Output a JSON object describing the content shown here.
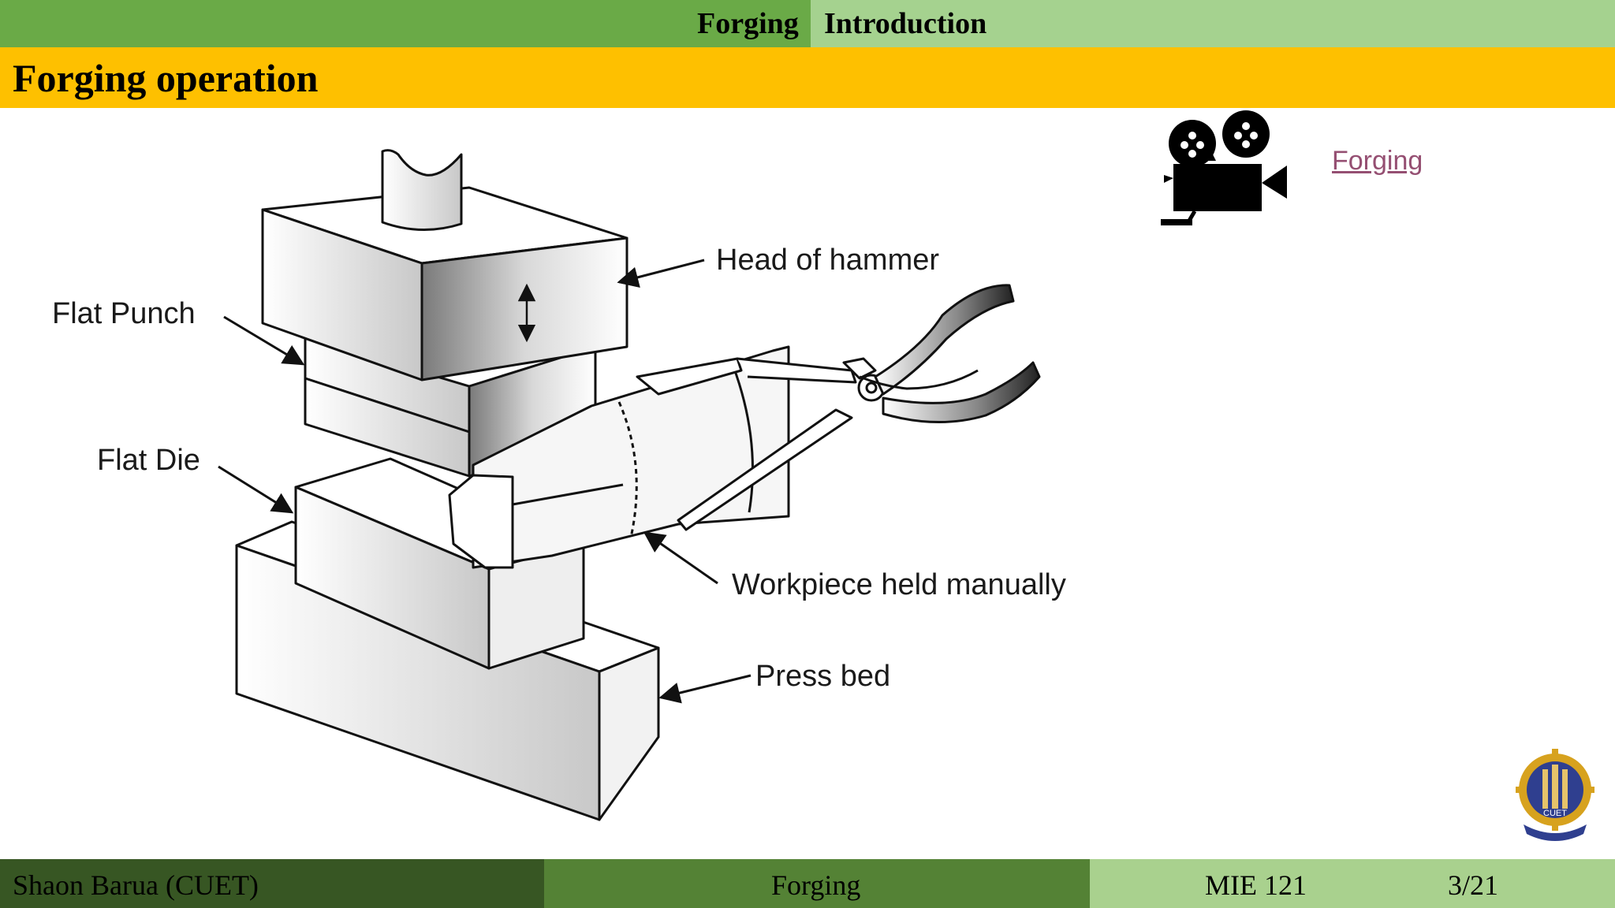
{
  "header": {
    "nav": [
      {
        "label": "Forging"
      },
      {
        "label": "Introduction"
      }
    ]
  },
  "slide": {
    "title": "Forging operation"
  },
  "figure": {
    "labels": {
      "head_of_hammer": "Head of hammer",
      "flat_punch": "Flat Punch",
      "flat_die": "Flat Die",
      "workpiece": "Workpiece held manually",
      "press_bed": "Press bed"
    }
  },
  "media": {
    "icon": "movie-camera-icon",
    "link_text": "Forging"
  },
  "logo": {
    "icon": "university-emblem",
    "text": "CUET"
  },
  "footer": {
    "author": "Shaon Barua (CUET)",
    "topic": "Forging",
    "course": "MIE 121",
    "page": "3/21"
  }
}
